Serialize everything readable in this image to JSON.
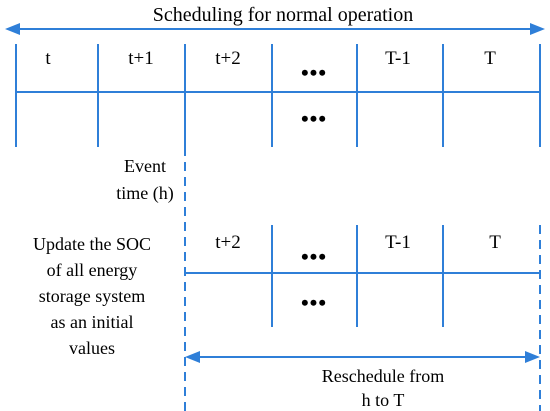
{
  "top": {
    "title": "Scheduling for normal operation",
    "cells": [
      "t",
      "t+1",
      "t+2",
      "",
      "T-1",
      "T"
    ],
    "dots": "•••"
  },
  "event": {
    "line1": "Event",
    "line2": "time (h)"
  },
  "bottom": {
    "cells": [
      "t+2",
      "",
      "T-1",
      "T"
    ],
    "dots": "•••",
    "reschedule_line1": "Reschedule from",
    "reschedule_line2": "h to T"
  },
  "update_note": {
    "line1": "Update the SOC",
    "line2": "of all energy",
    "line3": "storage system",
    "line4": "as an initial",
    "line5": "values"
  },
  "colors": {
    "line": "#2f7fd8",
    "text": "#000000"
  }
}
